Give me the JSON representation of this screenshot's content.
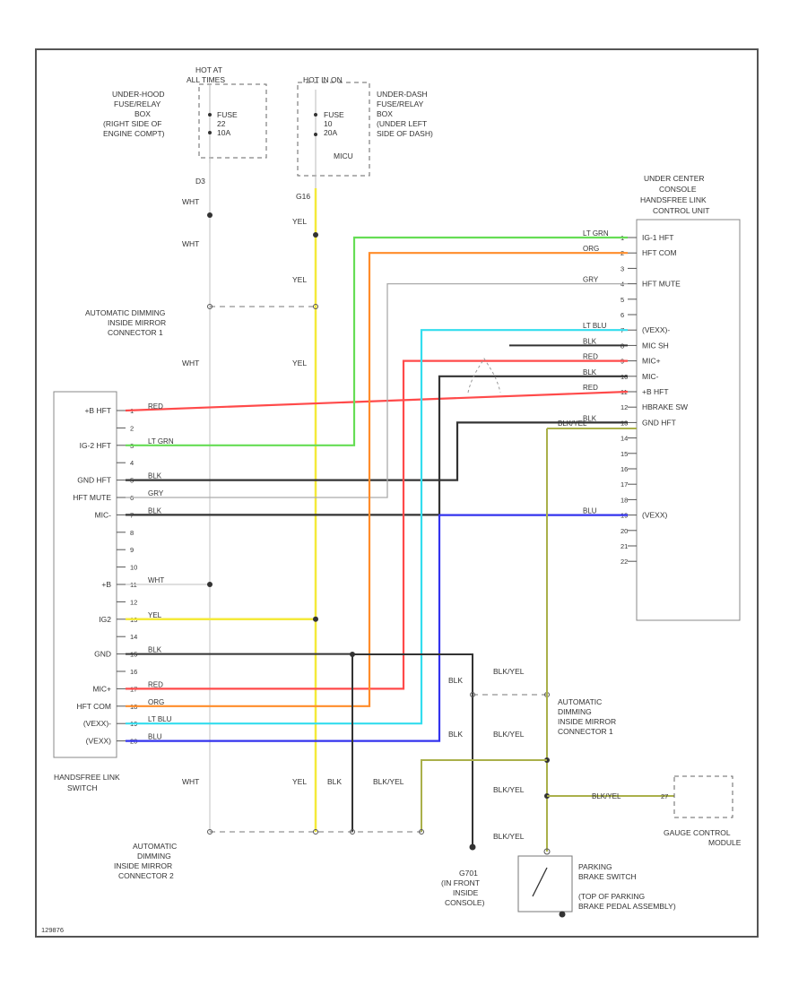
{
  "colors": {
    "lt_grn": "#66dd55",
    "org": "#ff8c2a",
    "gry": "#aaaaaa",
    "lt_blu": "#33ddee",
    "blu": "#3333ee",
    "red": "#ff4a4a",
    "blk": "#333333",
    "yel": "#f4ea3a",
    "wht": "#cccccc",
    "blk_yel": "#aab04a"
  },
  "fuses": {
    "left_header": [
      "HOT AT",
      "ALL TIMES"
    ],
    "left_location": [
      "UNDER-HOOD",
      "FUSE/RELAY",
      "BOX",
      "(RIGHT SIDE OF",
      "ENGINE COMPT)"
    ],
    "left_fuse": [
      "FUSE",
      "22",
      "10A"
    ],
    "left_terminal": "D3",
    "right_header": "HOT IN ON",
    "right_location": [
      "UNDER-DASH",
      "FUSE/RELAY",
      "BOX",
      "(UNDER LEFT",
      "SIDE OF DASH)"
    ],
    "right_fuse": [
      "FUSE",
      "10",
      "20A"
    ],
    "right_sub": "MICU",
    "right_terminal": "G16"
  },
  "control_unit": {
    "location": [
      "UNDER CENTER",
      "CONSOLE"
    ],
    "title": [
      "HANDSFREE LINK",
      "CONTROL UNIT"
    ],
    "pins": [
      {
        "num": "1",
        "label": "IG-1 HFT",
        "color": "LT GRN"
      },
      {
        "num": "2",
        "label": "HFT COM",
        "color": "ORG"
      },
      {
        "num": "3",
        "label": "",
        "color": ""
      },
      {
        "num": "4",
        "label": "HFT MUTE",
        "color": "GRY"
      },
      {
        "num": "5",
        "label": "",
        "color": ""
      },
      {
        "num": "6",
        "label": "",
        "color": ""
      },
      {
        "num": "7",
        "label": "(VEXX)-",
        "color": "LT BLU"
      },
      {
        "num": "8",
        "label": "MIC SH",
        "color": "BLK"
      },
      {
        "num": "9",
        "label": "MIC+",
        "color": "RED"
      },
      {
        "num": "10",
        "label": "MIC-",
        "color": "BLK"
      },
      {
        "num": "11",
        "label": "+B HFT",
        "color": "RED"
      },
      {
        "num": "12",
        "label": "HBRAKE SW",
        "color": "BLK/YEL"
      },
      {
        "num": "13",
        "label": "GND HFT",
        "color": "BLK"
      },
      {
        "num": "14",
        "label": "",
        "color": ""
      },
      {
        "num": "15",
        "label": "",
        "color": ""
      },
      {
        "num": "16",
        "label": "",
        "color": ""
      },
      {
        "num": "17",
        "label": "",
        "color": ""
      },
      {
        "num": "18",
        "label": "",
        "color": ""
      },
      {
        "num": "19",
        "label": "(VEXX)",
        "color": "BLU"
      },
      {
        "num": "20",
        "label": "",
        "color": ""
      },
      {
        "num": "21",
        "label": "",
        "color": ""
      },
      {
        "num": "22",
        "label": "",
        "color": ""
      }
    ]
  },
  "switch": {
    "title": [
      "HANDSFREE LINK",
      "SWITCH"
    ],
    "pins": [
      {
        "num": "1",
        "label": "+B HFT",
        "color": "RED"
      },
      {
        "num": "2",
        "label": "",
        "color": ""
      },
      {
        "num": "3",
        "label": "IG-2 HFT",
        "color": "LT GRN"
      },
      {
        "num": "4",
        "label": "",
        "color": ""
      },
      {
        "num": "5",
        "label": "GND HFT",
        "color": "BLK"
      },
      {
        "num": "6",
        "label": "HFT MUTE",
        "color": "GRY"
      },
      {
        "num": "7",
        "label": "MIC-",
        "color": "BLK"
      },
      {
        "num": "8",
        "label": "",
        "color": ""
      },
      {
        "num": "9",
        "label": "",
        "color": ""
      },
      {
        "num": "10",
        "label": "",
        "color": ""
      },
      {
        "num": "11",
        "label": "+B",
        "color": "WHT"
      },
      {
        "num": "12",
        "label": "",
        "color": ""
      },
      {
        "num": "13",
        "label": "IG2",
        "color": "YEL"
      },
      {
        "num": "14",
        "label": "",
        "color": ""
      },
      {
        "num": "15",
        "label": "GND",
        "color": "BLK"
      },
      {
        "num": "16",
        "label": "",
        "color": ""
      },
      {
        "num": "17",
        "label": "MIC+",
        "color": "RED"
      },
      {
        "num": "18",
        "label": "HFT COM",
        "color": "ORG"
      },
      {
        "num": "19",
        "label": "(VEXX)-",
        "color": "LT BLU"
      },
      {
        "num": "20",
        "label": "(VEXX)",
        "color": "BLU"
      }
    ]
  },
  "labels": {
    "wht": "WHT",
    "yel": "YEL",
    "blk": "BLK",
    "blk_yel": "BLK/YEL",
    "mirror1": [
      "AUTOMATIC DIMMING",
      "INSIDE MIRROR",
      "CONNECTOR 1"
    ],
    "mirror1b": [
      "AUTOMATIC",
      "DIMMING",
      "INSIDE MIRROR",
      "CONNECTOR 1"
    ],
    "mirror2": [
      "AUTOMATIC",
      "DIMMING",
      "INSIDE MIRROR",
      "CONNECTOR 2"
    ],
    "ground": [
      "G701",
      "(IN FRONT",
      "INSIDE",
      "CONSOLE)"
    ],
    "gauge": [
      "GAUGE CONTROL",
      "MODULE"
    ],
    "gauge_pin": "27",
    "parking": [
      "PARKING",
      "BRAKE SWITCH",
      "(TOP OF PARKING",
      "BRAKE PEDAL ASSEMBLY)"
    ],
    "figure_id": "129876"
  }
}
